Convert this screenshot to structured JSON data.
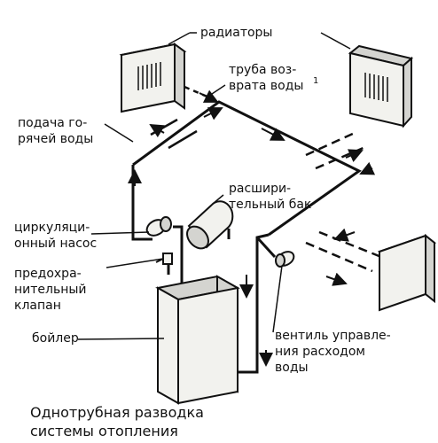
{
  "labels": {
    "radiators": "радиаторы",
    "return_pipe": "труба воз-\nврата воды",
    "return_pipe_footnote": "1",
    "hot_water_supply": "подача го-\nрячей воды",
    "expansion_tank": "расшири-\nтельный бак",
    "circulation_pump": "циркуляци-\nонный насос",
    "safety_valve": "предохра-\nнительный\nклапан",
    "boiler": "бойлер",
    "flow_control_valve": "вентиль управле-\nния расходом\nводы"
  },
  "caption": "Однотрубная разводка\nсистемы отопления",
  "colors": {
    "ink": "#111111",
    "fill": "#f2f2ee",
    "shade": "#d4d4d0",
    "background": "#ffffff"
  }
}
